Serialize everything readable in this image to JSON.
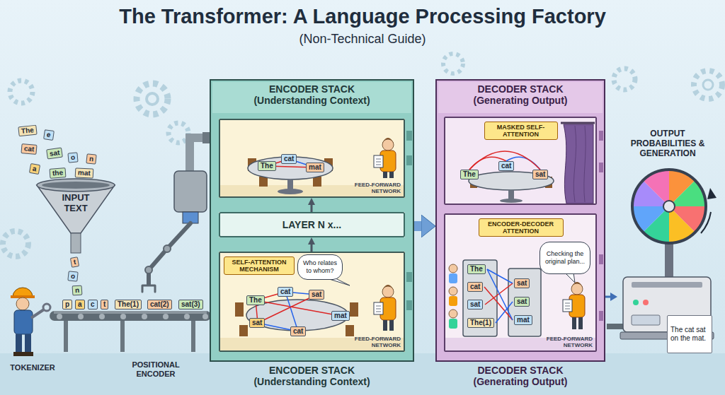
{
  "diagram": {
    "title": "The Transformer: A Language Processing Factory",
    "nodes": [
      {
        "text": [
          "INPUT TEXT"
        ]
      },
      {
        "text": [
          "ENCODER STACK (Understanding Context)",
          "ENCODER STACK (Understanding Context)"
        ]
      },
      {
        "text": [
          "FEED-FORWARD NETWORK"
        ],
        "in": 1
      },
      {
        "text": [
          "LAYER N x..."
        ],
        "in": 1
      },
      {
        "text": [
          "SELF-ATTENTION MECHANISM",
          "FEED-FORWARD NETWORK"
        ],
        "in": 1
      },
      {
        "text": [
          "Who relates to whom?"
        ],
        "in": 4
      },
      {
        "text": [
          "DECODER STACK (Generating Output)",
          "DECODER STACK (Generating Output)"
        ]
      },
      {
        "text": [
          "MASKED SELF-ATTENTION"
        ],
        "in": 6
      },
      {
        "text": [
          "ENCODER-DECODER ATTENTION",
          "FEED-FORWARD NETWORK"
        ],
        "in": 6
      },
      {
        "text": [
          "Checking the original plan..."
        ],
        "in": 8
      },
      {
        "text": [
          "OUTPUT PROBABILITIES & GENERATION"
        ]
      },
      {
        "text": [
          "The cat sat on the mat."
        ],
        "in": 10
      }
    ],
    "edges": [
      {
        "from": 4,
        "to": 3,
        "arrow": "to"
      },
      {
        "from": 3,
        "to": 2,
        "arrow": "to"
      },
      {
        "from": 1,
        "to": 6,
        "arrow": "to"
      },
      {
        "from": 6,
        "to": 10,
        "arrow": "to"
      }
    ],
    "labels": [
      "(Non-Technical Guide)",
      "The",
      "e",
      "cat",
      "sat",
      "a",
      "o",
      "n",
      "the",
      "mat",
      "t",
      "o",
      "n",
      "p",
      "a",
      "c",
      "t",
      "The(1)",
      "cat(2)",
      "sat(3)",
      "TOKENIZER",
      "POSITIONAL ENCODER",
      "The",
      "cat",
      "mat",
      "The",
      "cat",
      "sat",
      "sat",
      "mat",
      "cat",
      "The",
      "cat",
      "sat",
      "The",
      "cat",
      "sat",
      "The(1)",
      "sat",
      "sat",
      "mat"
    ]
  }
}
